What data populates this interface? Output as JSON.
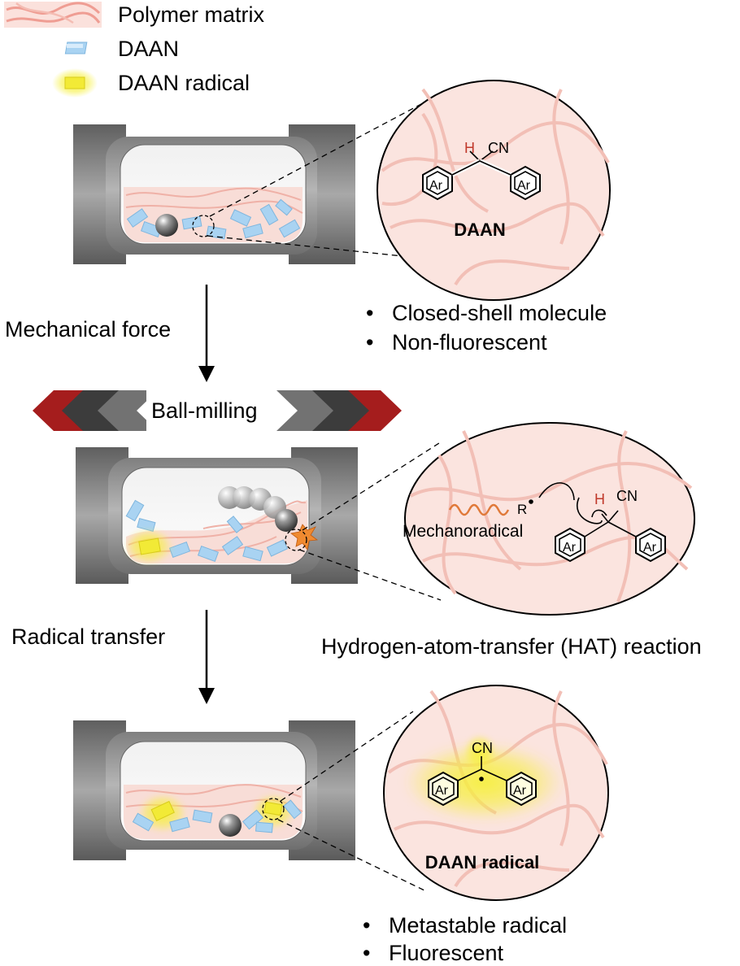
{
  "legend": {
    "polymer": "Polymer matrix",
    "daan": "DAAN",
    "radical": "DAAN radical"
  },
  "steps": {
    "force": "Mechanical force",
    "milling": "Ball-milling",
    "transfer": "Radical transfer"
  },
  "panel1": {
    "h": "H",
    "cn": "CN",
    "ar1": "Ar",
    "ar2": "Ar",
    "name": "DAAN",
    "bullet1": "Closed-shell molecule",
    "bullet2": "Non-fluorescent"
  },
  "panel2": {
    "r": "R",
    "mechanoradical": "Mechanoradical",
    "h": "H",
    "cn": "CN",
    "ar1": "Ar",
    "ar2": "Ar",
    "caption": "Hydrogen-atom-transfer (HAT) reaction"
  },
  "panel3": {
    "cn": "CN",
    "ar1": "Ar",
    "ar2": "Ar",
    "name": "DAAN radical",
    "bullet1": "Metastable radical",
    "bullet2": "Fluorescent"
  },
  "bullet_symbol": "•",
  "colors": {
    "polymer": "#f2b7ad",
    "daan": "#a9d3f2",
    "radical_glow": "#f3ef3a",
    "hydrogen": "#c0392b",
    "chevron_red": "#a51d1d",
    "chevron_dark": "#3c3c3c",
    "chevron_grey": "#727272"
  }
}
